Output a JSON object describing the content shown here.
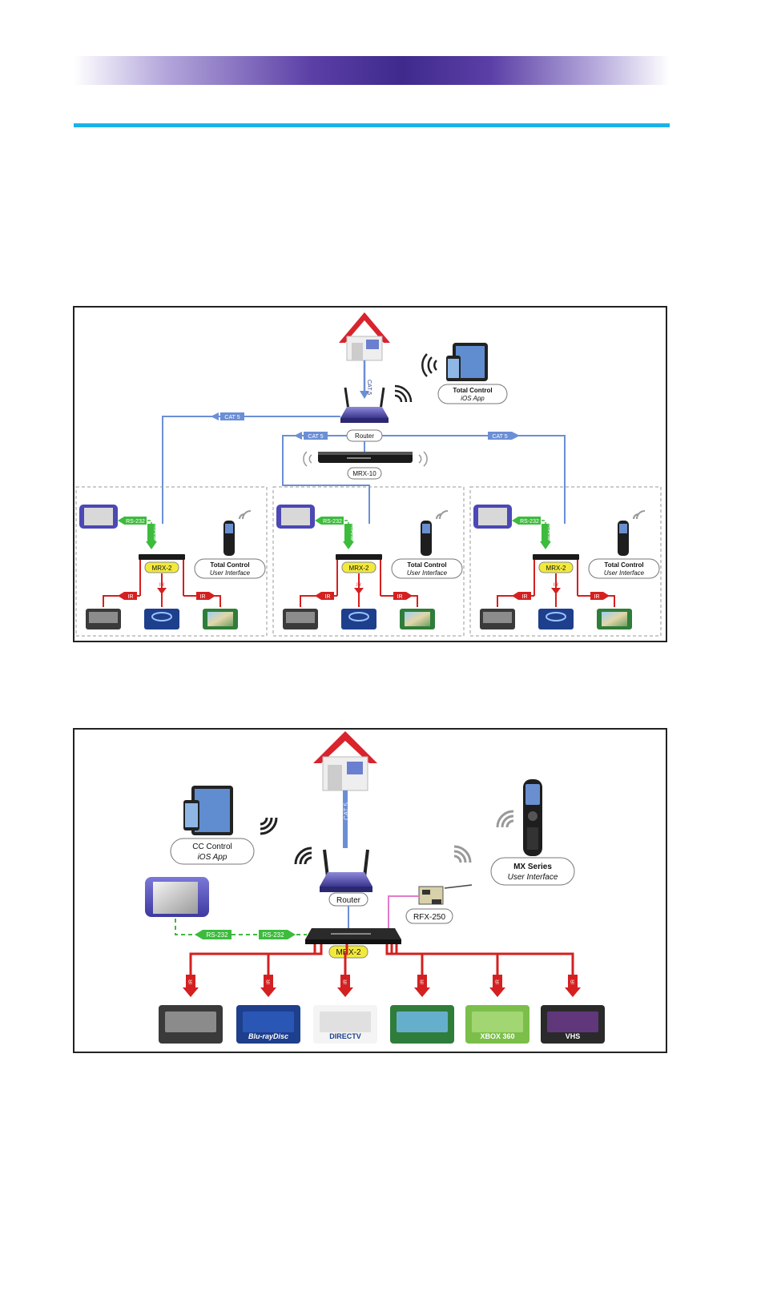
{
  "diagram1": {
    "labels": {
      "router": "Router",
      "controller": "MRX-10",
      "cable_left": "CAT 5",
      "cable_mid": "CAT 5",
      "cable_right": "CAT 5",
      "cable_vertical": "CAT 5",
      "app_title": "Total Control",
      "app_sub": "iOS App"
    },
    "zones": [
      {
        "hub": "MRX-2",
        "serial": "RS-232",
        "serial_v": "RS-232",
        "ui_title": "Total Control",
        "ui_sub": "User Interface",
        "ir": [
          "IR",
          "IR",
          "IR"
        ]
      },
      {
        "hub": "MRX-2",
        "serial": "RS-232",
        "serial_v": "RS-232",
        "ui_title": "Total Control",
        "ui_sub": "User Interface",
        "ir": [
          "IR",
          "IR",
          "IR"
        ]
      },
      {
        "hub": "MRX-2",
        "serial": "RS-232",
        "serial_v": "RS-232",
        "ui_title": "Total Control",
        "ui_sub": "User Interface",
        "ir": [
          "IR",
          "IR",
          "IR"
        ]
      }
    ]
  },
  "diagram2": {
    "labels": {
      "router": "Router",
      "hub": "MRX-2",
      "rf_base": "RFX-250",
      "cable": "CAT 5",
      "serial_a": "RS-232",
      "serial_b": "RS-232",
      "app_title": "CC Control",
      "app_sub": "iOS App",
      "remote_title": "MX Series",
      "remote_sub": "User Interface"
    },
    "devices": [
      {
        "icon": "receiver-icon",
        "text": "",
        "ir": "IR"
      },
      {
        "icon": "bluray-icon",
        "text": "Blu-rayDisc",
        "ir": "IR"
      },
      {
        "icon": "directv-icon",
        "text": "DIRECTV",
        "ir": "IR"
      },
      {
        "icon": "tv-icon",
        "text": "",
        "ir": "IR"
      },
      {
        "icon": "xbox-icon",
        "text": "XBOX 360",
        "ir": "IR"
      },
      {
        "icon": "vhs-icon",
        "text": "VHS",
        "ir": "IR"
      }
    ]
  },
  "colors": {
    "header_dark": "#3f2a8c",
    "rule": "#1cb1e8",
    "cat5": "#6b8fd6",
    "serial": "#3dbb3d",
    "ir": "#d42020",
    "rf": "#e27bc8",
    "house_roof": "#d9232d"
  }
}
